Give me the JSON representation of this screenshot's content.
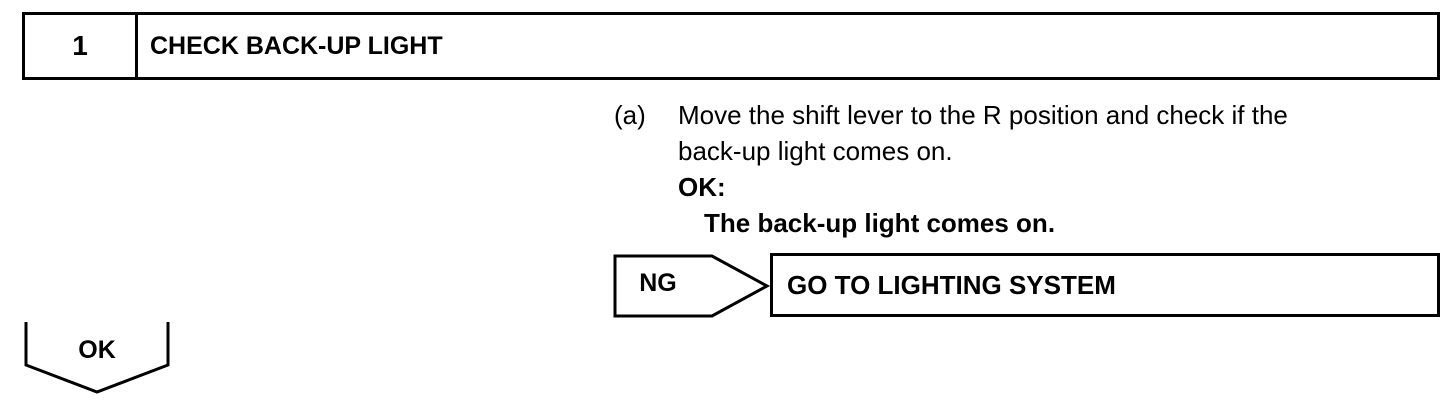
{
  "step": {
    "number": "1",
    "title": "CHECK BACK-UP LIGHT"
  },
  "instruction": {
    "marker": "(a)",
    "text_line1": "Move the shift lever to the R position and check if the",
    "text_line2": "back-up light comes on.",
    "ok_label": "OK:",
    "ok_result": "The back-up light comes on."
  },
  "ng_branch": {
    "label": "NG",
    "action": "GO TO LIGHTING SYSTEM"
  },
  "ok_branch": {
    "label": "OK"
  }
}
